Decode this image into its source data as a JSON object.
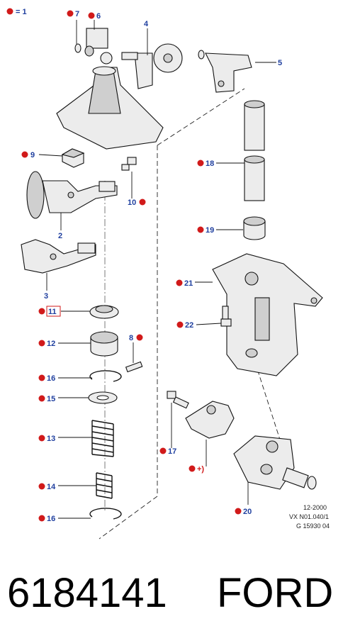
{
  "legend": {
    "text": "= 1"
  },
  "callouts": {
    "c1": "7",
    "c2": "6",
    "c3": "4",
    "c4": "5",
    "c5": "9",
    "c6": "10",
    "c7": "18",
    "c8": "2",
    "c9": "19",
    "c10": "3",
    "c11": "21",
    "c12": "11",
    "c13": "22",
    "c14": "8",
    "c15": "12",
    "c16": "16",
    "c17": "15",
    "c18": "13",
    "c19": "17",
    "c20": "+)",
    "c21": "14",
    "c22": "16",
    "c23": "20"
  },
  "footer_note": {
    "line1": "12-2000",
    "line2": "VX  N01.040/1",
    "line3": "G 15930 04"
  },
  "part_number": "6184141",
  "brand": "FORD",
  "colors": {
    "dot": "#d11a1a",
    "label_blue": "#1f3f9f",
    "label_red": "#d11a1a"
  }
}
